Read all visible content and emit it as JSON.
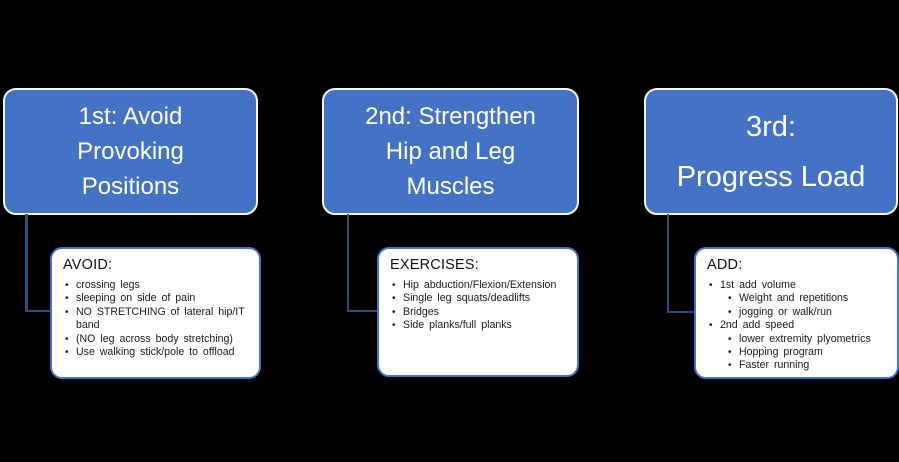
{
  "bullet_glyph": "•",
  "colors": {
    "background": "#000000",
    "header_fill": "#4472C4",
    "header_outline": "#f5f5f5",
    "header_text": "#ffffff",
    "detail_fill": "#ffffff",
    "detail_border": "#4472C4",
    "detail_text": "#1a1a1a",
    "connector": "#2e4d7b"
  },
  "columns": [
    {
      "id": "first",
      "title": "1st: Avoid Provoking Positions",
      "title_lines": [
        "1st: Avoid",
        "Provoking",
        "Positions"
      ],
      "detail": {
        "heading": "AVOID:",
        "items": [
          {
            "level": 1,
            "text": "crossing legs"
          },
          {
            "level": 1,
            "text": "sleeping on side of pain"
          },
          {
            "level": 1,
            "text": "NO STRETCHING of lateral hip/IT band"
          },
          {
            "level": 1,
            "text": "(NO leg across body stretching)"
          },
          {
            "level": 1,
            "text": "Use walking stick/pole to offload"
          }
        ]
      }
    },
    {
      "id": "second",
      "title": "2nd: Strengthen Hip and Leg Muscles",
      "title_lines": [
        "2nd: Strengthen",
        "Hip and Leg",
        "Muscles"
      ],
      "detail": {
        "heading": "EXERCISES:",
        "items": [
          {
            "level": 1,
            "text": "Hip abduction/Flexion/Extension"
          },
          {
            "level": 1,
            "text": "Single leg squats/deadlifts"
          },
          {
            "level": 1,
            "text": "Bridges"
          },
          {
            "level": 1,
            "text": "Side planks/full planks"
          }
        ]
      }
    },
    {
      "id": "third",
      "title": "3rd: Progress Load",
      "title_lines": [
        "3rd:",
        "Progress Load"
      ],
      "detail": {
        "heading": "ADD:",
        "items": [
          {
            "level": 1,
            "text": "1st add volume"
          },
          {
            "level": 2,
            "text": "Weight and repetitions"
          },
          {
            "level": 2,
            "text": "jogging or walk/run"
          },
          {
            "level": 1,
            "text": "2nd add speed"
          },
          {
            "level": 2,
            "text": "lower extremity plyometrics"
          },
          {
            "level": 2,
            "text": "Hopping program"
          },
          {
            "level": 2,
            "text": "Faster running"
          }
        ]
      }
    }
  ]
}
